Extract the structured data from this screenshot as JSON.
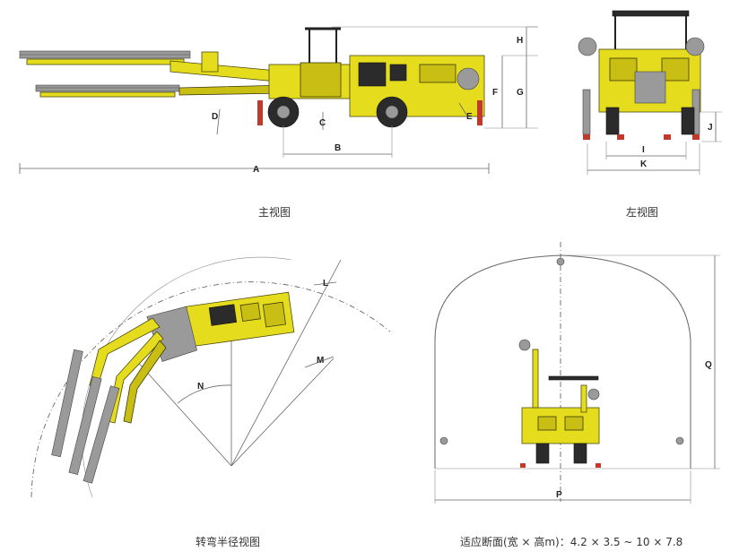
{
  "captions": {
    "front_view": "主视图",
    "left_view": "左视图",
    "turning_view": "转弯半径视图",
    "section": "适应断面(宽 × 高m)：4.2 × 3.5 ~ 10 × 7.8"
  },
  "dimension_labels": {
    "A": "A",
    "B": "B",
    "C": "C",
    "D": "D",
    "E": "E",
    "F": "F",
    "G": "G",
    "H": "H",
    "I": "I",
    "J": "J",
    "K": "K",
    "L": "L",
    "M": "M",
    "N": "N",
    "P": "P",
    "Q": "Q"
  },
  "colors": {
    "machine_yellow": "#e6dc1e",
    "dark": "#2b2b2b",
    "jack_red": "#c0392b"
  }
}
